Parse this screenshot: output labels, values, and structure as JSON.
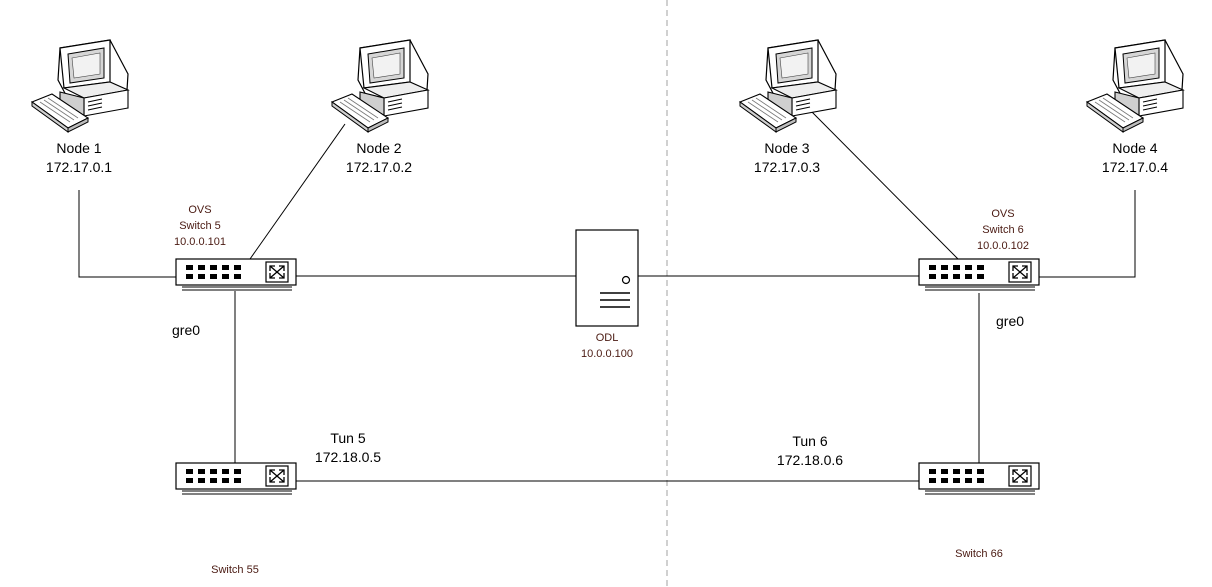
{
  "nodes": [
    {
      "id": "node1",
      "name": "Node 1",
      "ip": "172.17.0.1"
    },
    {
      "id": "node2",
      "name": "Node 2",
      "ip": "172.17.0.2"
    },
    {
      "id": "node3",
      "name": "Node 3",
      "ip": "172.17.0.3"
    },
    {
      "id": "node4",
      "name": "Node 4",
      "ip": "172.17.0.4"
    }
  ],
  "switches": {
    "switch5": {
      "line1": "OVS",
      "line2": "Switch 5",
      "ip": "10.0.0.101"
    },
    "switch6": {
      "line1": "OVS",
      "line2": "Switch 6",
      "ip": "10.0.0.102"
    },
    "switch55": {
      "name": "Switch 55"
    },
    "switch66": {
      "name": "Switch 66"
    }
  },
  "controller": {
    "name": "ODL",
    "ip": "10.0.0.100"
  },
  "tunnels": {
    "tun5": {
      "name": "Tun 5",
      "ip": "172.18.0.5"
    },
    "tun6": {
      "name": "Tun 6",
      "ip": "172.18.0.6"
    }
  },
  "links": {
    "gre_left": "gre0",
    "gre_right": "gre0"
  },
  "colors": {
    "line": "#000000",
    "divider": "#b0b0b0",
    "switch_label": "#4a1a12"
  }
}
